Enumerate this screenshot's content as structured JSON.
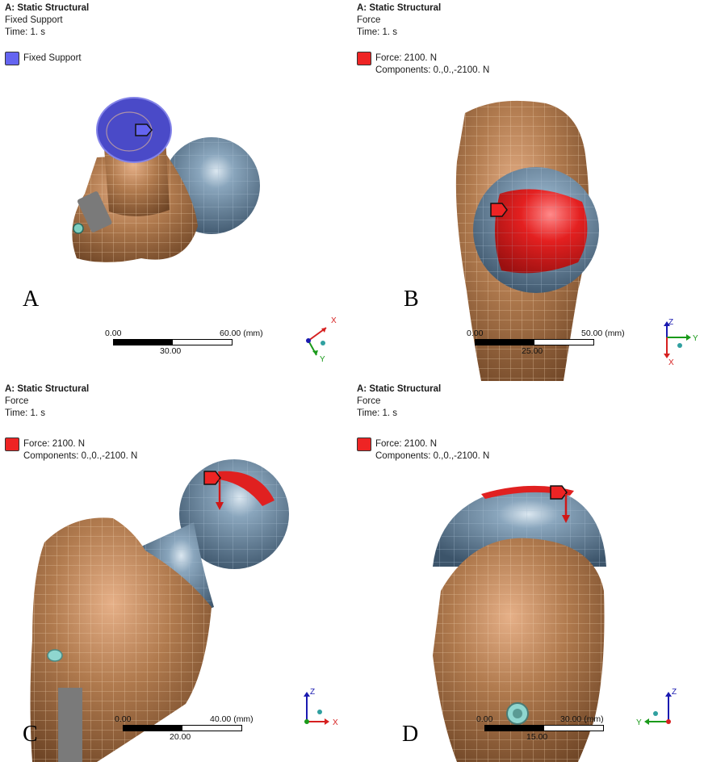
{
  "panels": {
    "a": {
      "letter": "A",
      "title": "A: Static Structural",
      "subtitle": "Fixed Support",
      "time": "Time: 1. s",
      "legend_label": "Fixed Support",
      "legend_color": "#6464f0",
      "scale": {
        "start": "0.00",
        "mid": "30.00",
        "end": "60.00 (mm)"
      },
      "axes": [
        "X",
        "Y"
      ]
    },
    "b": {
      "letter": "B",
      "title": "A: Static Structural",
      "subtitle": "Force",
      "time": "Time: 1. s",
      "legend_label": "Force: 2100. N",
      "legend_components": "Components: 0.,0.,-2100. N",
      "legend_color": "#ee2424",
      "scale": {
        "start": "0.00",
        "mid": "25.00",
        "end": "50.00 (mm)"
      },
      "axes": [
        "Z",
        "Y",
        "X"
      ]
    },
    "c": {
      "letter": "C",
      "title": "A: Static Structural",
      "subtitle": "Force",
      "time": "Time: 1. s",
      "legend_label": "Force: 2100. N",
      "legend_components": "Components: 0.,0.,-2100. N",
      "legend_color": "#ee2424",
      "scale": {
        "start": "0.00",
        "mid": "20.00",
        "end": "40.00 (mm)"
      },
      "axes": [
        "Z",
        "X"
      ]
    },
    "d": {
      "letter": "D",
      "title": "A: Static Structural",
      "subtitle": "Force",
      "time": "Time: 1. s",
      "legend_label": "Force: 2100. N",
      "legend_components": "Components: 0.,0.,-2100. N",
      "legend_color": "#ee2424",
      "scale": {
        "start": "0.00",
        "mid": "15.00",
        "end": "30.00 (mm)"
      },
      "axes": [
        "Z",
        "Y"
      ]
    }
  },
  "colors": {
    "bone": "#b07a4e",
    "bone_highlight": "#e6b088",
    "head": "#5f7f99",
    "head_highlight": "#c7d8e6",
    "mesh": "#e9c9a8",
    "fixed_support": "#5050d0",
    "force": "#e02020",
    "axis_x": "#d62020",
    "axis_y": "#1a9a1a",
    "axis_z": "#1a1ab0"
  }
}
